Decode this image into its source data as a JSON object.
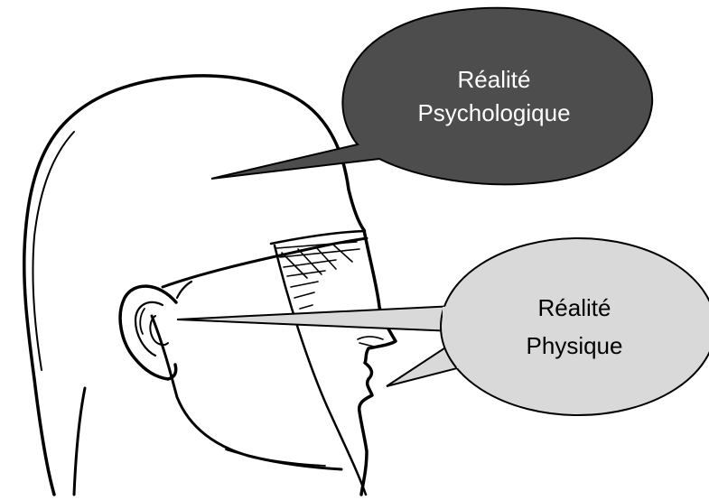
{
  "bubbles": {
    "psychological": {
      "line1": "Réalité",
      "line2": "Psychologique",
      "fill": "#4d4d4d",
      "text_color": "#ffffff"
    },
    "physical": {
      "line1": "Réalité",
      "line2": "Physique",
      "fill": "#d9d9d9",
      "text_color": "#000000"
    }
  },
  "illustration": {
    "ink_color": "#000000",
    "icons": [
      "head-profile-icon",
      "ear-icon",
      "face-profile-icon"
    ]
  }
}
